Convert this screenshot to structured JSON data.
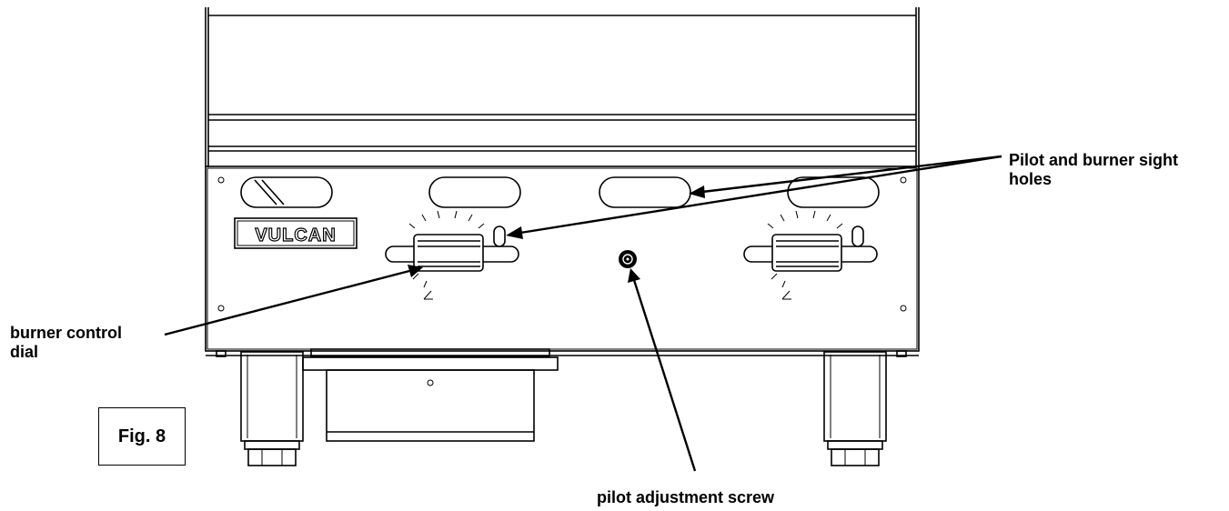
{
  "figure": {
    "label": "Fig. 8"
  },
  "callouts": {
    "sight_holes": [
      "Pilot and burner sight",
      "holes"
    ],
    "control_dial": [
      "burner control",
      "dial"
    ],
    "adjustment_screw": "pilot adjustment screw"
  },
  "brand": {
    "logo": "VULCAN"
  }
}
